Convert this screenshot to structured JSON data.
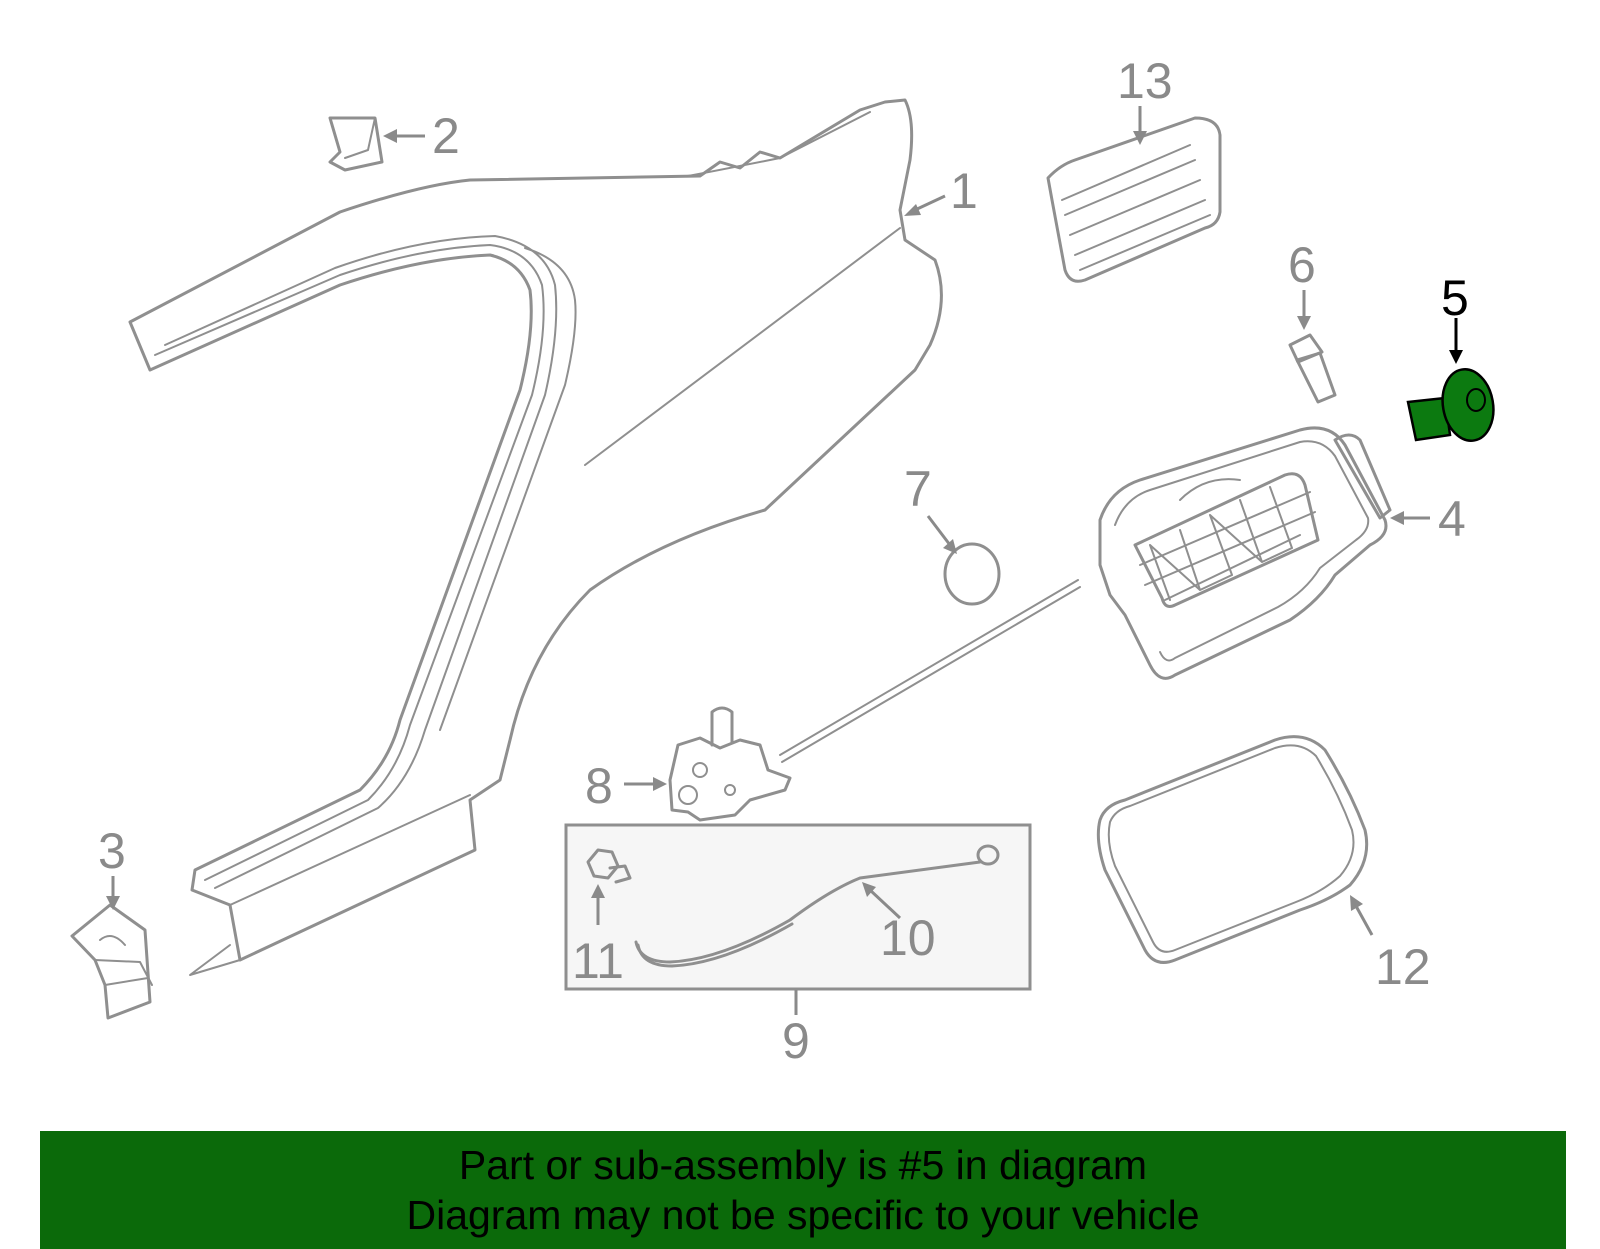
{
  "callouts": {
    "c1": "1",
    "c2": "2",
    "c3": "3",
    "c4": "4",
    "c5": "5",
    "c6": "6",
    "c7": "7",
    "c8": "8",
    "c9": "9",
    "c10": "10",
    "c11": "11",
    "c12": "12",
    "c13": "13"
  },
  "highlighted_part": "5",
  "colors": {
    "highlight_fill": "#0c7a10",
    "banner_bg": "#0b6a0a",
    "line": "#8f8f8f",
    "kit_box_bg": "#f6f6f6"
  },
  "banner": {
    "line1": "Part or sub-assembly is #5 in diagram",
    "line2": "Diagram may not be specific to your vehicle"
  }
}
